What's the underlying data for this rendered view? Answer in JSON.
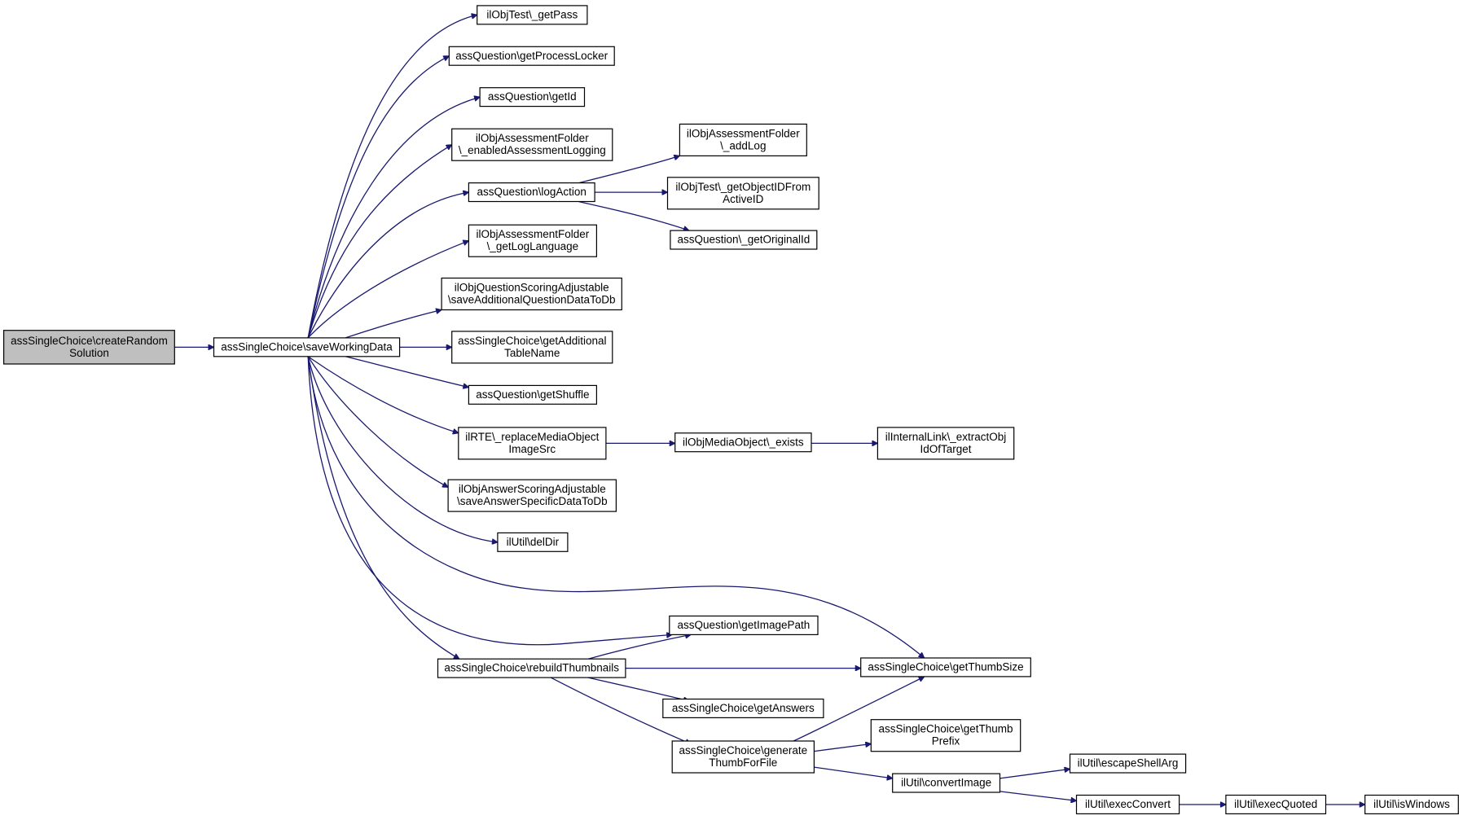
{
  "colors": {
    "edge": "#191970",
    "node_border": "#000000",
    "root_fill": "#bfbfbf",
    "node_fill": "#ffffff"
  },
  "nodes": [
    {
      "id": "root",
      "lines": [
        "assSingleChoice\\createRandom",
        "Solution"
      ],
      "root": true
    },
    {
      "id": "swd",
      "lines": [
        "assSingleChoice\\saveWorkingData"
      ]
    },
    {
      "id": "getPass",
      "lines": [
        "ilObjTest\\_getPass"
      ]
    },
    {
      "id": "getProcessLocker",
      "lines": [
        "assQuestion\\getProcessLocker"
      ]
    },
    {
      "id": "getId",
      "lines": [
        "assQuestion\\getId"
      ]
    },
    {
      "id": "enabledLogging",
      "lines": [
        "ilObjAssessmentFolder",
        "\\_enabledAssessmentLogging"
      ]
    },
    {
      "id": "logAction",
      "lines": [
        "assQuestion\\logAction"
      ]
    },
    {
      "id": "getLogLanguage",
      "lines": [
        "ilObjAssessmentFolder",
        "\\_getLogLanguage"
      ]
    },
    {
      "id": "saveAddQ",
      "lines": [
        "ilObjQuestionScoringAdjustable",
        "\\saveAdditionalQuestionDataToDb"
      ]
    },
    {
      "id": "getAddTable",
      "lines": [
        "assSingleChoice\\getAdditional",
        "TableName"
      ]
    },
    {
      "id": "getShuffle",
      "lines": [
        "assQuestion\\getShuffle"
      ]
    },
    {
      "id": "replaceMedia",
      "lines": [
        "ilRTE\\_replaceMediaObject",
        "ImageSrc"
      ]
    },
    {
      "id": "saveAnswer",
      "lines": [
        "ilObjAnswerScoringAdjustable",
        "\\saveAnswerSpecificDataToDb"
      ]
    },
    {
      "id": "delDir",
      "lines": [
        "ilUtil\\delDir"
      ]
    },
    {
      "id": "rebuild",
      "lines": [
        "assSingleChoice\\rebuildThumbnails"
      ]
    },
    {
      "id": "addLog",
      "lines": [
        "ilObjAssessmentFolder",
        "\\_addLog"
      ]
    },
    {
      "id": "getObjectID",
      "lines": [
        "ilObjTest\\_getObjectIDFrom",
        "ActiveID"
      ]
    },
    {
      "id": "getOriginalId",
      "lines": [
        "assQuestion\\_getOriginalId"
      ]
    },
    {
      "id": "mediaExists",
      "lines": [
        "ilObjMediaObject\\_exists"
      ]
    },
    {
      "id": "extractObj",
      "lines": [
        "ilInternalLink\\_extractObj",
        "IdOfTarget"
      ]
    },
    {
      "id": "getImagePath",
      "lines": [
        "assQuestion\\getImagePath"
      ]
    },
    {
      "id": "getThumbSize",
      "lines": [
        "assSingleChoice\\getThumbSize"
      ]
    },
    {
      "id": "getAnswers",
      "lines": [
        "assSingleChoice\\getAnswers"
      ]
    },
    {
      "id": "generateThumb",
      "lines": [
        "assSingleChoice\\generate",
        "ThumbForFile"
      ]
    },
    {
      "id": "getThumbPrefix",
      "lines": [
        "assSingleChoice\\getThumb",
        "Prefix"
      ]
    },
    {
      "id": "convertImage",
      "lines": [
        "ilUtil\\convertImage"
      ]
    },
    {
      "id": "escapeShellArg",
      "lines": [
        "ilUtil\\escapeShellArg"
      ]
    },
    {
      "id": "execConvert",
      "lines": [
        "ilUtil\\execConvert"
      ]
    },
    {
      "id": "execQuoted",
      "lines": [
        "ilUtil\\execQuoted"
      ]
    },
    {
      "id": "isWindows",
      "lines": [
        "ilUtil\\isWindows"
      ]
    }
  ],
  "edges": [
    [
      "root",
      "swd"
    ],
    [
      "swd",
      "getPass"
    ],
    [
      "swd",
      "getProcessLocker"
    ],
    [
      "swd",
      "getId"
    ],
    [
      "swd",
      "enabledLogging"
    ],
    [
      "swd",
      "logAction"
    ],
    [
      "swd",
      "getLogLanguage"
    ],
    [
      "swd",
      "saveAddQ"
    ],
    [
      "swd",
      "getAddTable"
    ],
    [
      "swd",
      "getShuffle"
    ],
    [
      "swd",
      "replaceMedia"
    ],
    [
      "swd",
      "saveAnswer"
    ],
    [
      "swd",
      "delDir"
    ],
    [
      "swd",
      "getThumbSize"
    ],
    [
      "swd",
      "getImagePath"
    ],
    [
      "swd",
      "rebuild"
    ],
    [
      "logAction",
      "addLog"
    ],
    [
      "logAction",
      "getObjectID"
    ],
    [
      "logAction",
      "getOriginalId"
    ],
    [
      "replaceMedia",
      "mediaExists"
    ],
    [
      "mediaExists",
      "extractObj"
    ],
    [
      "rebuild",
      "getImagePath"
    ],
    [
      "rebuild",
      "getThumbSize"
    ],
    [
      "rebuild",
      "getAnswers"
    ],
    [
      "rebuild",
      "generateThumb"
    ],
    [
      "generateThumb",
      "getThumbSize"
    ],
    [
      "generateThumb",
      "getThumbPrefix"
    ],
    [
      "generateThumb",
      "convertImage"
    ],
    [
      "convertImage",
      "escapeShellArg"
    ],
    [
      "convertImage",
      "execConvert"
    ],
    [
      "execConvert",
      "execQuoted"
    ],
    [
      "execQuoted",
      "isWindows"
    ]
  ]
}
